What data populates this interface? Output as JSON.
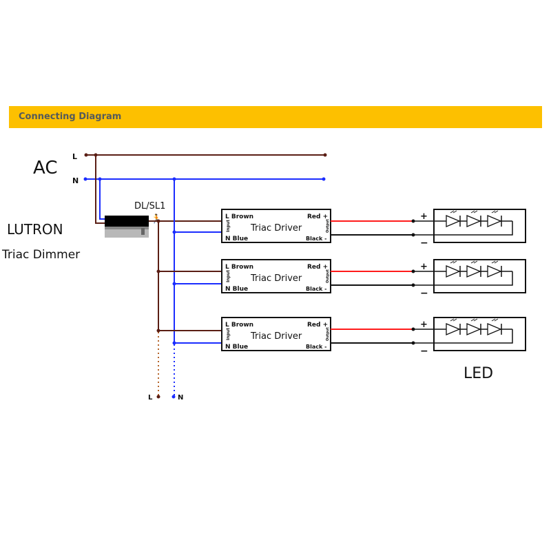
{
  "header": {
    "title": "Connecting Diagram"
  },
  "colors": {
    "banner": "#fdc000",
    "live": "#5a1e14",
    "neutral": "#1a2cff",
    "positive": "#ff1a1a",
    "negative": "#111111"
  },
  "labels": {
    "ac": "AC",
    "mains_l": "L",
    "mains_n": "N",
    "dimmer_brand": "LUTRON",
    "dimmer_type": "Triac Dimmer",
    "dimmer_terminal": "DL/SL1",
    "led": "LED",
    "bottom_l": "L",
    "bottom_n": "N"
  },
  "drivers": [
    {
      "name": "Triac Driver",
      "in_l": "L Brown",
      "in_n": "N Blue",
      "out_pos": "Red +",
      "out_neg": "Black -",
      "input": "Input",
      "output": "Output",
      "plus": "+",
      "minus": "−"
    },
    {
      "name": "Triac Driver",
      "in_l": "L Brown",
      "in_n": "N Blue",
      "out_pos": "Red +",
      "out_neg": "Black -",
      "input": "Input",
      "output": "Output",
      "plus": "+",
      "minus": "−"
    },
    {
      "name": "Triac Driver",
      "in_l": "L Brown",
      "in_n": "N Blue",
      "out_pos": "Red +",
      "out_neg": "Black -",
      "input": "Input",
      "output": "Output",
      "plus": "+",
      "minus": "−"
    }
  ]
}
